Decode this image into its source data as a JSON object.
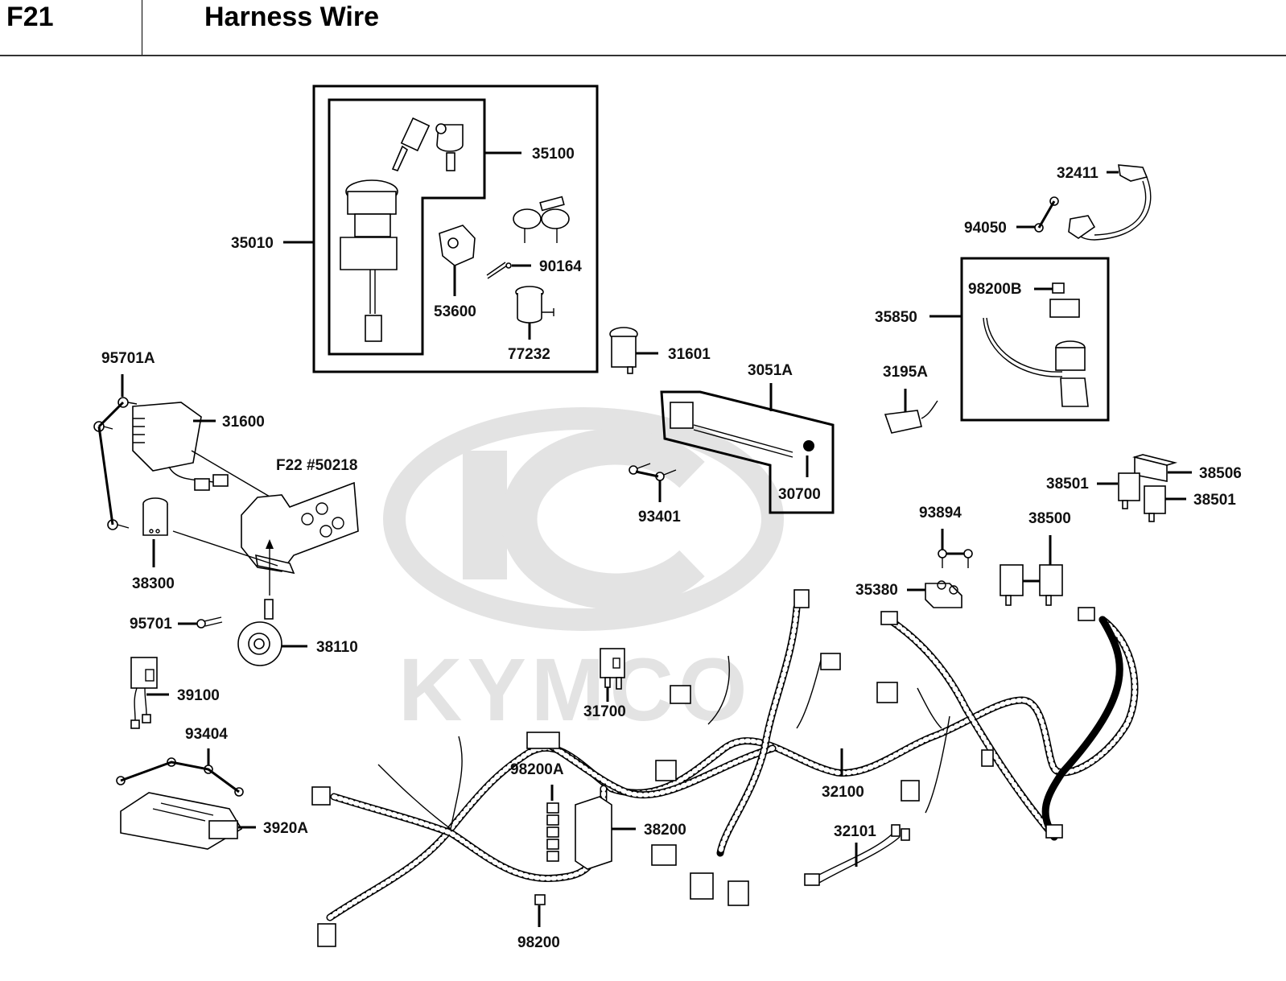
{
  "header": {
    "code": "F21",
    "title": "Harness Wire"
  },
  "watermark": {
    "text": "KYMCO",
    "color": "#e3e3e3"
  },
  "parts": {
    "p35010": "35010",
    "p35100": "35100",
    "p53600": "53600",
    "p90164": "90164",
    "p77232": "77232",
    "p31601": "31601",
    "p32411": "32411",
    "p94050": "94050",
    "p98200B": "98200B",
    "p35850": "35850",
    "p3195A": "3195A",
    "p3051A": "3051A",
    "p30700": "30700",
    "p93401": "93401",
    "p95701A": "95701A",
    "p31600": "31600",
    "pF22": "F22  #50218",
    "p38300": "38300",
    "p95701": "95701",
    "p38110": "38110",
    "p39100": "39100",
    "p93404": "93404",
    "p3920A": "3920A",
    "p38506": "38506",
    "p38501a": "38501",
    "p38501b": "38501",
    "p93894": "93894",
    "p38500": "38500",
    "p35380": "35380",
    "p31700": "31700",
    "p98200A": "98200A",
    "p38200": "38200",
    "p98200": "98200",
    "p32100": "32100",
    "p32101": "32101"
  }
}
